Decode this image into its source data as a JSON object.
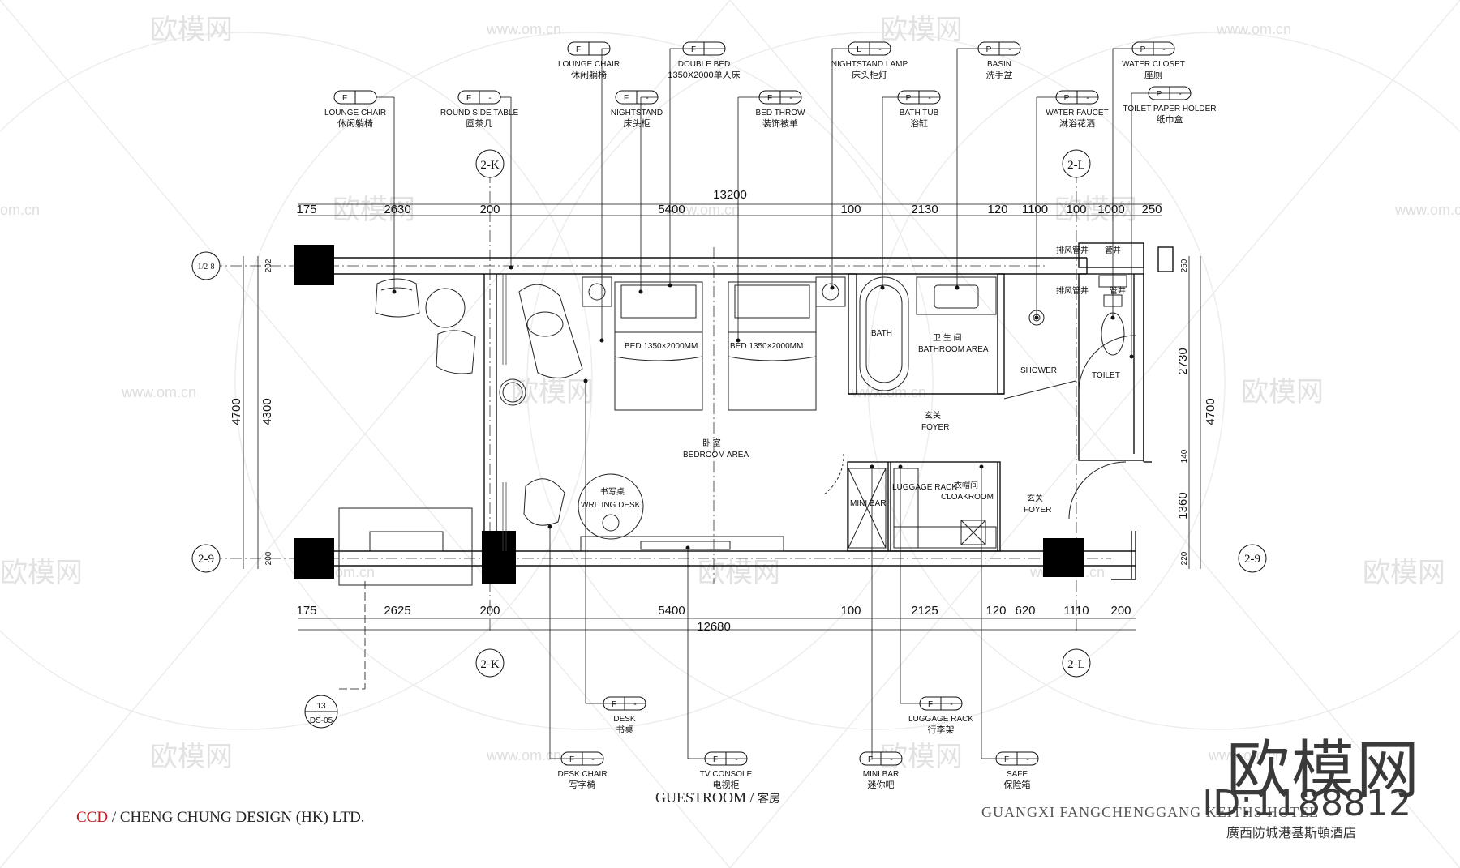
{
  "company": {
    "abbr": "CCD",
    "sep": " / ",
    "name": "CHENG CHUNG DESIGN (HK) LTD."
  },
  "drawing_title": {
    "en": "GUESTROOM",
    "sep": " / ",
    "zh": "客房"
  },
  "project": {
    "en": "GUANGXI FANGCHENGGANG KEITHS HOTEL",
    "zh": "廣西防城港基斯頓酒店"
  },
  "brand": {
    "name": "欧模网",
    "id": "ID:1188812"
  },
  "watermark": {
    "logo": "欧模网",
    "url": "www.om.cn",
    "url_short": "om.cn"
  },
  "grid_labels": {
    "col_k": "2-K",
    "col_l": "2-L",
    "row_top": "1/2-8",
    "row_bottom": "2-9"
  },
  "section_ref": {
    "num": "13",
    "sheet": "DS-05"
  },
  "dims_top": {
    "total": "13200",
    "segments": [
      "175",
      "2630",
      "200",
      "5400",
      "100",
      "2130",
      "120",
      "1100",
      "100",
      "1000",
      "250"
    ]
  },
  "dims_bottom": {
    "total": "12680",
    "segments": [
      "175",
      "2625",
      "200",
      "5400",
      "100",
      "2125",
      "120",
      "620",
      "1110",
      "200"
    ]
  },
  "dims_left": {
    "total": "4700",
    "inner": "4300",
    "top": "202",
    "bottom": "200"
  },
  "dims_right": {
    "total": "4700",
    "segments": [
      "250",
      "2730",
      "140",
      "1360",
      "220"
    ]
  },
  "callouts_top": [
    {
      "code": "F",
      "sub": "",
      "en": "LOUNGE CHAIR",
      "zh": "休闲躺椅"
    },
    {
      "code": "F",
      "sub": "-",
      "en": "ROUND SIDE TABLE",
      "zh": "圆茶几"
    },
    {
      "code": "F",
      "sub": "",
      "en": "LOUNGE CHAIR",
      "zh": "休闲躺椅"
    },
    {
      "code": "F",
      "sub": "-",
      "en": "NIGHTSTAND",
      "zh": "床头柜"
    },
    {
      "code": "F",
      "sub": "",
      "en": "DOUBLE BED",
      "zh": "1350X2000单人床"
    },
    {
      "code": "F",
      "sub": "-",
      "en": "BED THROW",
      "zh": "装饰被单"
    },
    {
      "code": "L",
      "sub": "-",
      "en": "NIGHTSTAND LAMP",
      "zh": "床头柜灯"
    },
    {
      "code": "P",
      "sub": "-",
      "en": "BATH TUB",
      "zh": "浴缸"
    },
    {
      "code": "P",
      "sub": "-",
      "en": "BASIN",
      "zh": "洗手盆"
    },
    {
      "code": "P",
      "sub": "-",
      "en": "WATER FAUCET",
      "zh": "淋浴花洒"
    },
    {
      "code": "P",
      "sub": "-",
      "en": "WATER CLOSET",
      "zh": "座厕"
    },
    {
      "code": "P",
      "sub": "-",
      "en": "TOILET PAPER HOLDER",
      "zh": "纸巾盒"
    }
  ],
  "callouts_bottom": [
    {
      "code": "F",
      "sub": "-",
      "en": "DESK",
      "zh": "书桌"
    },
    {
      "code": "F",
      "sub": "-",
      "en": "DESK CHAIR",
      "zh": "写字椅"
    },
    {
      "code": "F",
      "sub": "-",
      "en": "TV CONSOLE",
      "zh": "电视柜"
    },
    {
      "code": "F",
      "sub": "-",
      "en": "LUGGAGE RACK",
      "zh": "行李架"
    },
    {
      "code": "F",
      "sub": "-",
      "en": "MINI BAR",
      "zh": "迷你吧"
    },
    {
      "code": "F",
      "sub": "-",
      "en": "SAFE",
      "zh": "保险箱"
    }
  ],
  "rooms": {
    "bed1": "BED 1350×2000MM",
    "bed2": "BED 1350×2000MM",
    "bath": "BATH",
    "bathroom_zh": "卫 生 间",
    "bathroom_en": "BATHROOM AREA",
    "shower": "SHOWER",
    "toilet": "TOILET",
    "foyer_zh": "玄关",
    "foyer_en": "FOYER",
    "bedroom_zh": "卧 室",
    "bedroom_en": "BEDROOM AREA",
    "desk_zh": "书写桌",
    "desk_en": "WRITING DESK",
    "minibar": "MINI BAR",
    "luggage": "LUGGAGE RACK",
    "cloak_zh": "衣帽间",
    "cloak_en": "CLOAKROOM",
    "foyer2_zh": "玄关",
    "foyer2_en": "FOYER",
    "shaft1": "排风管井",
    "shaft2": "管井",
    "shaft3": "排风管井",
    "shaft4": "管井"
  }
}
